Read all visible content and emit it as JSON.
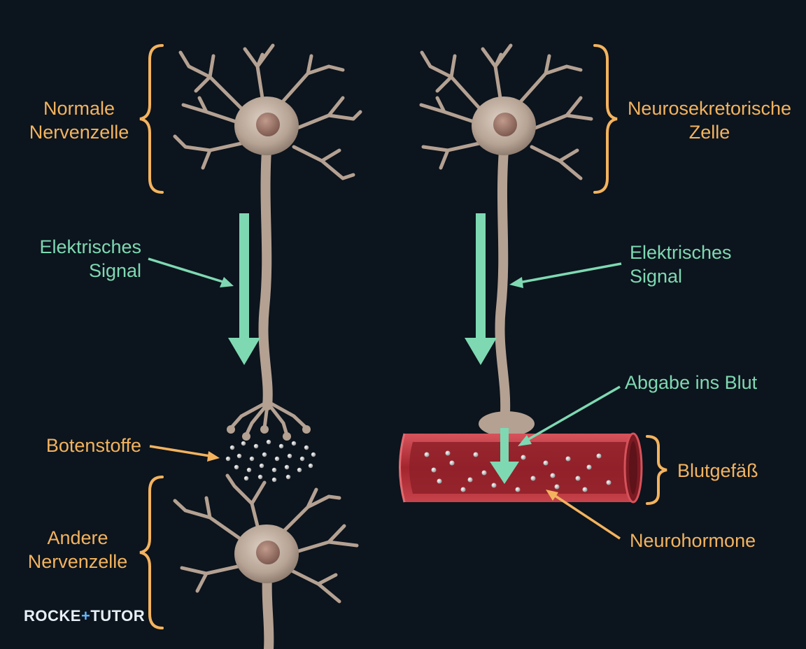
{
  "labels": {
    "normal_cell": [
      "Normale",
      "Nervenzelle"
    ],
    "neurosecretory_cell": [
      "Neurosekretorische",
      "Zelle"
    ],
    "signal_left": [
      "Elektrisches",
      "Signal"
    ],
    "signal_right": [
      "Elektrisches",
      "Signal"
    ],
    "release": "Abgabe ins Blut",
    "messengers": "Botenstoffe",
    "vessel": "Blutgefäß",
    "other_cell": [
      "Andere",
      "Nervenzelle"
    ],
    "neurohormones": "Neurohormone"
  },
  "logo": {
    "left": "ROCKE",
    "plus": "+",
    "right": "TUTOR"
  },
  "colors": {
    "background": "#0c141d",
    "bracket_orange": "#f3b35e",
    "signal_green": "#7ed9b2",
    "neuron": "#b9a698",
    "nucleus": "#9e7b6e",
    "vessel": "#b8313a",
    "vessel_lumen": "#8e2029"
  }
}
